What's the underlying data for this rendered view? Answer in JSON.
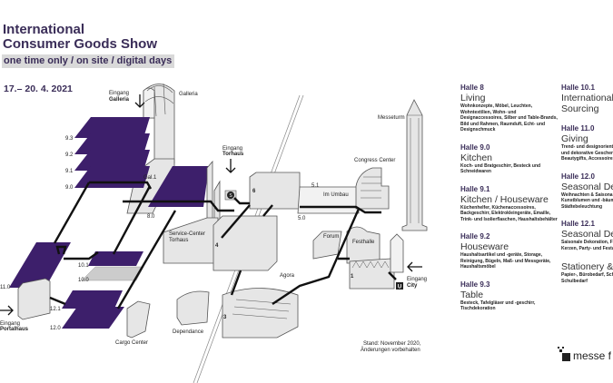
{
  "header": {
    "title_line1": "International",
    "title_line2": "Consumer Goods Show",
    "subtitle": "one time only / on site / digital days",
    "date": "17.– 20. 4. 2021"
  },
  "colors": {
    "hall_accent": "#3d1f6b",
    "title": "#3a2d58",
    "building": "#e6e6e6"
  },
  "map": {
    "halls": {
      "h93": "9.3",
      "h92": "9.2",
      "h91": "9.1",
      "h90": "9.0",
      "h80": "8.0",
      "h110": "11.0",
      "h101": "10.1",
      "h100": "10.0",
      "h121": "12.1",
      "h120": "12.0",
      "h51": "5.1",
      "h50": "5.0",
      "gal1": "Gal.1"
    },
    "buildings": {
      "b6": "6",
      "b4": "4",
      "b3": "3",
      "b1": "1",
      "galleria": "Galleria",
      "messeturm": "Messeturm",
      "congress": "Congress Center",
      "umbau": "Im Umbau",
      "service1": "Service-Center",
      "service2": "Torhaus",
      "agora": "Agora",
      "dependance": "Dependance",
      "cargo": "Cargo Center",
      "forum": "Forum",
      "festhalle": "Festhalle"
    },
    "entrances": {
      "galleria1": "Eingang",
      "galleria2": "Galleria",
      "torhaus1": "Eingang",
      "torhaus2": "Torhaus",
      "portal1": "Eingang",
      "portal2": "Portalhaus",
      "city1": "Eingang",
      "city2": "City"
    },
    "icons": {
      "sbahn": "S",
      "ubahn": "U"
    },
    "note_line1": "Stand: November 2020,",
    "note_line2": "Änderungen vorbehalten"
  },
  "legend": {
    "left": [
      {
        "hall": "Halle 8",
        "name": "Living",
        "desc": "Wohnkonzepte, Möbel, Leuchten, Wohntextilien, Wohn- und Designaccessoires, Silber und Table-Brands, Bild und Rahmen, Raumduft, Echt- und Designschmuck"
      },
      {
        "hall": "Halle 9.0",
        "name": "Kitchen",
        "desc": "Koch- und Bratgeschirr, Besteck und Schneidwaren"
      },
      {
        "hall": "Halle 9.1",
        "name": "Kitchen / Houseware",
        "desc": "Küchenhelfer, Küchenaccessoires, Backgeschirr, Elektrokleingeräte, Emaille, Trink- und Isolierflaschen, Haushaltsbehälter"
      },
      {
        "hall": "Halle 9.2",
        "name": "Houseware",
        "desc": "Haushaltsartikel und -geräte, Storage, Reinigung, Bügeln, Maß- und Messgeräte, Haushaltsmöbel"
      },
      {
        "hall": "Halle 9.3",
        "name": "Table",
        "desc": "Besteck, Tafelgläser und -geschirr, Tischdekoration"
      }
    ],
    "right": [
      {
        "hall": "Halle 10.1",
        "name": "International",
        "name2": "Sourcing",
        "desc": "",
        "desc2": "",
        "desc3": ""
      },
      {
        "hall": "Halle 11.0",
        "name": "Giving",
        "name2": "",
        "desc": "Trend- und designorient",
        "desc2": "und dekorative Geschen",
        "desc3": "Beautygifts, Accessoires"
      },
      {
        "hall": "Halle 12.0",
        "name": "Seasonal Dec",
        "name2": "",
        "desc": "Weihnachten & Saisona",
        "desc2": "Kunstblumen und -bäum",
        "desc3": "Städtebeleuchtung"
      },
      {
        "hall": "Halle 12.1",
        "name": "Seasonal Dec",
        "name2": "",
        "desc": "Saisonale Dekoration, Fl",
        "desc2": "Kerzen, Party- und Festa",
        "desc3": ""
      },
      {
        "hall": "",
        "name": "Stationery &",
        "name2": "",
        "desc": "Papier-, Bürobedarf, Sch",
        "desc2": "Schulbedarf",
        "desc3": ""
      }
    ]
  },
  "logo": {
    "text": "messe f"
  }
}
